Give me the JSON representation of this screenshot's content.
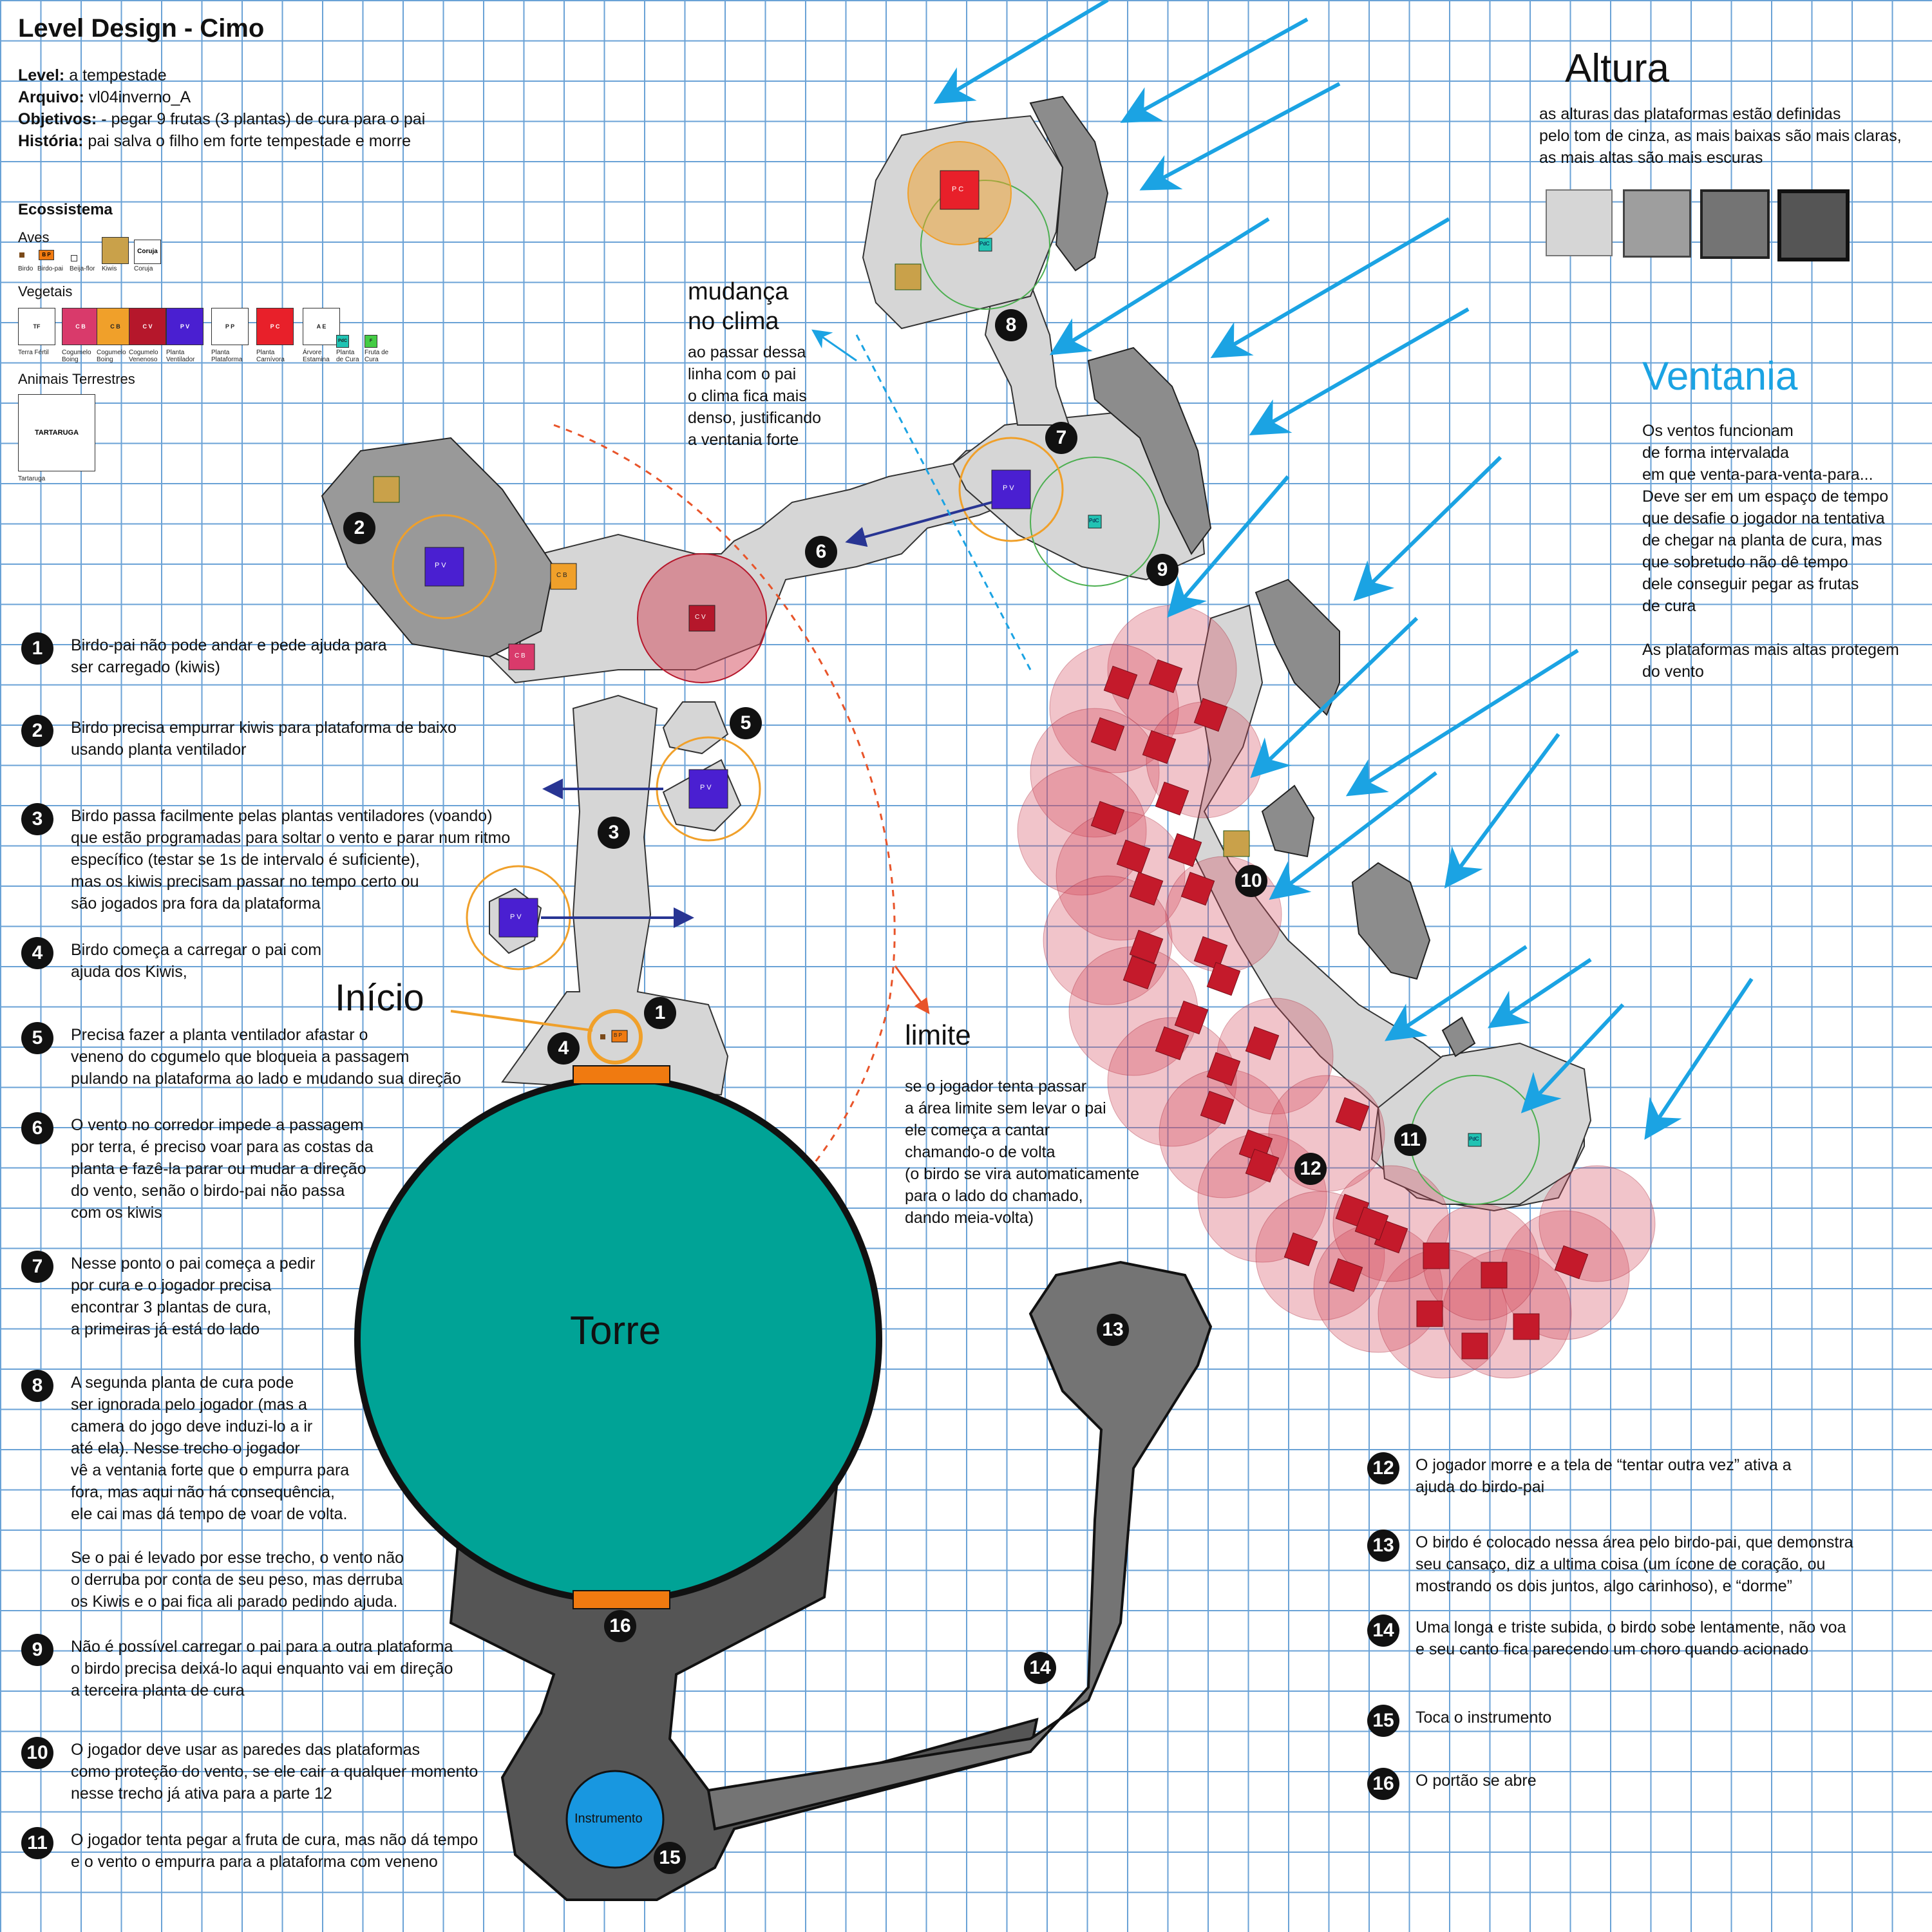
{
  "header": {
    "title": "Level Design - Cimo",
    "level_label": "Level:",
    "level_value": "a tempestade",
    "file_label": "Arquivo:",
    "file_value": "vl04inverno_A",
    "goal_label": "Objetivos:",
    "goal_value": "- pegar 9 frutas (3 plantas) de cura para o pai",
    "story_label": "História:",
    "story_value": "pai salva o filho em forte tempestade e morre"
  },
  "legend": {
    "title": "Ecossistema",
    "birds_label": "Aves",
    "birds": [
      "Birdo",
      "Birdo-pai",
      "Beija-flor",
      "Kiwis",
      "Coruja"
    ],
    "bird_box_bp": "B P",
    "coruja_box": "Coruja",
    "plants_label": "Vegetais",
    "plants": [
      {
        "code": "TF",
        "name": "Terra Fértil",
        "color": "#ffffff"
      },
      {
        "code": "C B",
        "name": "Cogumelo Boing",
        "color": "#d93a6b"
      },
      {
        "code": "C B",
        "name": "Cogumelo Boing",
        "color": "#f0a02a"
      },
      {
        "code": "C V",
        "name": "Cogumelo Venenoso",
        "color": "#b5172b"
      },
      {
        "code": "P V",
        "name": "Planta Ventilador",
        "color": "#4a1fd1"
      },
      {
        "code": "P P",
        "name": "Planta Plataforma",
        "color": "#ffffff"
      },
      {
        "code": "P C",
        "name": "Planta Carnívora",
        "color": "#e8202a"
      },
      {
        "code": "A E",
        "name": "Árvore Estamina",
        "color": "#ffffff"
      },
      {
        "code": "PdC",
        "name": "Planta de Cura",
        "color": "#21c3b3"
      },
      {
        "code": "F",
        "name": "Fruta de Cura",
        "color": "#44cc44"
      }
    ],
    "land_label": "Animais Terrestres",
    "turtle_box": "TARTARUGA",
    "turtle_name": "Tartaruga"
  },
  "altura": {
    "title": "Altura",
    "text": [
      "as alturas das plataformas estão definidas",
      "pelo tom de cinza, as mais baixas são mais claras,",
      "as mais altas são mais escuras"
    ],
    "swatches": [
      "#d6d6d6",
      "#9e9e9e",
      "#747474",
      "#555555"
    ]
  },
  "ventania": {
    "title": "Ventania",
    "text": [
      "Os ventos funcionam",
      "de forma intervalada",
      "em que venta-para-venta-para...",
      "Deve ser em um espaço de tempo",
      "que desafie o jogador na tentativa",
      "de chegar na planta de cura, mas",
      "que sobretudo não dê tempo",
      "dele conseguir pegar as frutas",
      "de cura",
      "",
      "As plataformas mais altas protegem",
      "do vento"
    ],
    "color": "#1ba3e3"
  },
  "clima": {
    "title": [
      "mudança",
      "no clima"
    ],
    "text": [
      "ao passar dessa",
      "linha com o pai",
      "o clima fica mais",
      "denso, justificando",
      "a ventania forte"
    ]
  },
  "limite": {
    "title": "limite",
    "text": [
      "se o jogador tenta passar",
      "a área limite sem levar o pai",
      "ele começa a cantar",
      "chamando-o de volta",
      "(o birdo se vira automaticamente",
      "para o lado do chamado,",
      "dando meia-volta)"
    ]
  },
  "map": {
    "inicio": "Início",
    "torre": "Torre",
    "instrumento": "Instrumento",
    "codes": {
      "pv": "P V",
      "pc": "P C",
      "cb": "C B",
      "cv": "C V",
      "pdc": "PdC",
      "bp": "B P"
    },
    "colors": {
      "torre": "#00a396",
      "base": "#555555",
      "platform": "#d6d6d6",
      "high": "#747474",
      "gate": "#f07a10",
      "instrument": "#1897e0",
      "wind": "#1ba3e3",
      "fan_arrow": "#283593",
      "limit": "#e8542a",
      "poison": "#d3475a"
    }
  },
  "notes_left": [
    {
      "n": "1",
      "lines": [
        "Birdo-pai não pode andar e pede ajuda para",
        "ser carregado (kiwis)"
      ]
    },
    {
      "n": "2",
      "lines": [
        "Birdo precisa empurrar kiwis para plataforma de baixo",
        "usando planta ventilador"
      ]
    },
    {
      "n": "3",
      "lines": [
        "Birdo passa facilmente pelas plantas ventiladores (voando)",
        "que estão programadas para soltar o vento e parar num ritmo",
        "específico (testar se 1s de intervalo é suficiente),",
        "mas os kiwis precisam passar no tempo certo ou",
        "são jogados pra fora da plataforma"
      ]
    },
    {
      "n": "4",
      "lines": [
        "Birdo começa a carregar o pai com",
        "ajuda dos Kiwis,"
      ]
    },
    {
      "n": "5",
      "lines": [
        "Precisa fazer a planta ventilador afastar o",
        "veneno do cogumelo que bloqueia a passagem",
        "pulando na plataforma ao lado e mudando sua direção"
      ]
    },
    {
      "n": "6",
      "lines": [
        "O vento no corredor impede a passagem",
        "por terra, é preciso voar para as costas da",
        "planta e fazê-la parar ou mudar a direção",
        "do vento, senão o birdo-pai não passa",
        "com os kiwis"
      ]
    },
    {
      "n": "7",
      "lines": [
        "Nesse ponto o pai começa a pedir",
        "por cura e o jogador precisa",
        "encontrar 3 plantas de cura,",
        "a primeiras já está do lado"
      ]
    },
    {
      "n": "8",
      "lines": [
        "A segunda planta de cura pode",
        "ser ignorada pelo jogador (mas a",
        "camera do jogo deve induzi-lo a ir",
        "até ela). Nesse trecho o jogador",
        "vê a ventania forte que o empurra para",
        "fora, mas aqui não há consequência,",
        "ele cai mas dá tempo de voar de volta.",
        "",
        "Se o pai é levado por esse trecho, o vento não",
        "o derruba por conta de seu peso, mas derruba",
        "os Kiwis e o pai fica ali parado pedindo ajuda."
      ]
    },
    {
      "n": "9",
      "lines": [
        "Não é possível carregar o pai para a outra plataforma",
        "o birdo precisa deixá-lo aqui enquanto vai em direção",
        "a terceira planta de cura"
      ]
    },
    {
      "n": "10",
      "lines": [
        "O jogador deve usar as paredes das plataformas",
        "como proteção do vento, se ele cair a qualquer momento",
        "nesse trecho já ativa para a parte 12"
      ]
    },
    {
      "n": "11",
      "lines": [
        "O jogador tenta pegar a fruta de cura, mas não dá tempo",
        "e o vento o empurra para a plataforma com veneno"
      ]
    }
  ],
  "notes_right": [
    {
      "n": "12",
      "lines": [
        "O jogador morre e a tela de “tentar outra vez” ativa a",
        "ajuda do birdo-pai"
      ]
    },
    {
      "n": "13",
      "lines": [
        "O birdo é colocado nessa área pelo birdo-pai, que demonstra",
        "seu cansaço, diz a ultima coisa (um ícone de coração, ou",
        "mostrando os dois juntos, algo carinhoso), e “dorme”"
      ]
    },
    {
      "n": "14",
      "lines": [
        "Uma longa e triste subida, o birdo sobe lentamente, não voa",
        "e seu canto fica parecendo um choro quando acionado"
      ]
    },
    {
      "n": "15",
      "lines": [
        "Toca o instrumento"
      ]
    },
    {
      "n": "16",
      "lines": [
        "O portão se abre"
      ]
    }
  ],
  "markers": [
    "1",
    "2",
    "3",
    "4",
    "5",
    "6",
    "7",
    "8",
    "9",
    "10",
    "11",
    "12",
    "13",
    "14",
    "15",
    "16"
  ]
}
